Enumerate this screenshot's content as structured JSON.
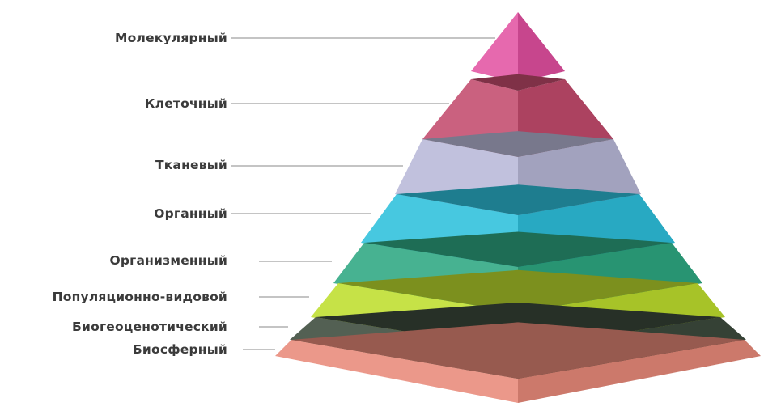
{
  "levels": [
    {
      "label": "Молекулярный",
      "color": "#e24fa0"
    },
    {
      "label": "Клеточный",
      "color": "#c34b6d"
    },
    {
      "label": "Тканевый",
      "color": "#b8b8d8"
    },
    {
      "label": "Органный",
      "color": "#2ec0dc"
    },
    {
      "label": "Организменный",
      "color": "#2ea882"
    },
    {
      "label": "Популяционно-видовой",
      "color": "#bede2e"
    },
    {
      "label": "Биогеоценотический",
      "color": "#3c4a3c"
    },
    {
      "label": "Биосферный",
      "color": "#e88a7a"
    }
  ]
}
